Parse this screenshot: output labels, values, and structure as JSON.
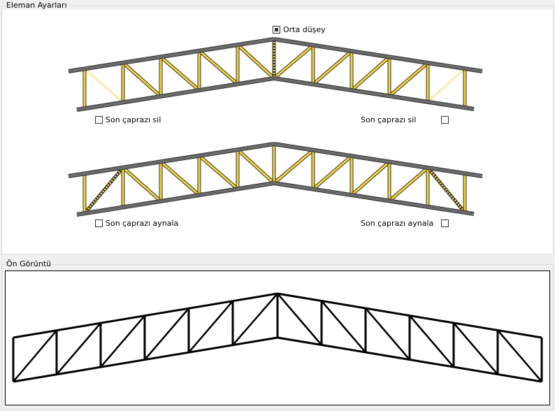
{
  "settings_group": {
    "title": "Eleman Ayarları",
    "middle_vertical": {
      "label": "Orta düşey",
      "checked": true
    },
    "delete_last_left": {
      "label": "Son çaprazı sil",
      "checked": false
    },
    "delete_last_right": {
      "label": "Son çaprazı sil",
      "checked": false
    },
    "mirror_last_left": {
      "label": "Son çaprazı aynala",
      "checked": false
    },
    "mirror_last_right": {
      "label": "Son çaprazı aynala",
      "checked": false
    }
  },
  "preview_group": {
    "title": "Ön Görüntü"
  },
  "colors": {
    "member": "#f3d23a",
    "chord": "#6b6b6b",
    "outline": "#333333",
    "preview_line": "#000000"
  }
}
